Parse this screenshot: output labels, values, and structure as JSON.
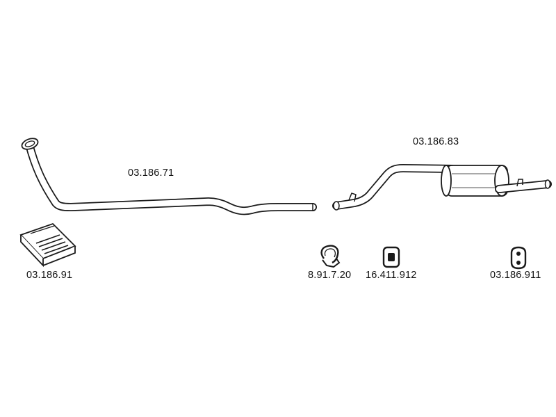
{
  "parts": {
    "front_pipe": "03.186.71",
    "rear_silencer": "03.186.83",
    "mounting_kit": "03.186.91",
    "clamp": "8.91.7.20",
    "rubber_mount": "16.411.912",
    "rear_hanger": "03.186.911"
  },
  "colors": {
    "line": "#1a1a1a",
    "background": "#ffffff"
  }
}
